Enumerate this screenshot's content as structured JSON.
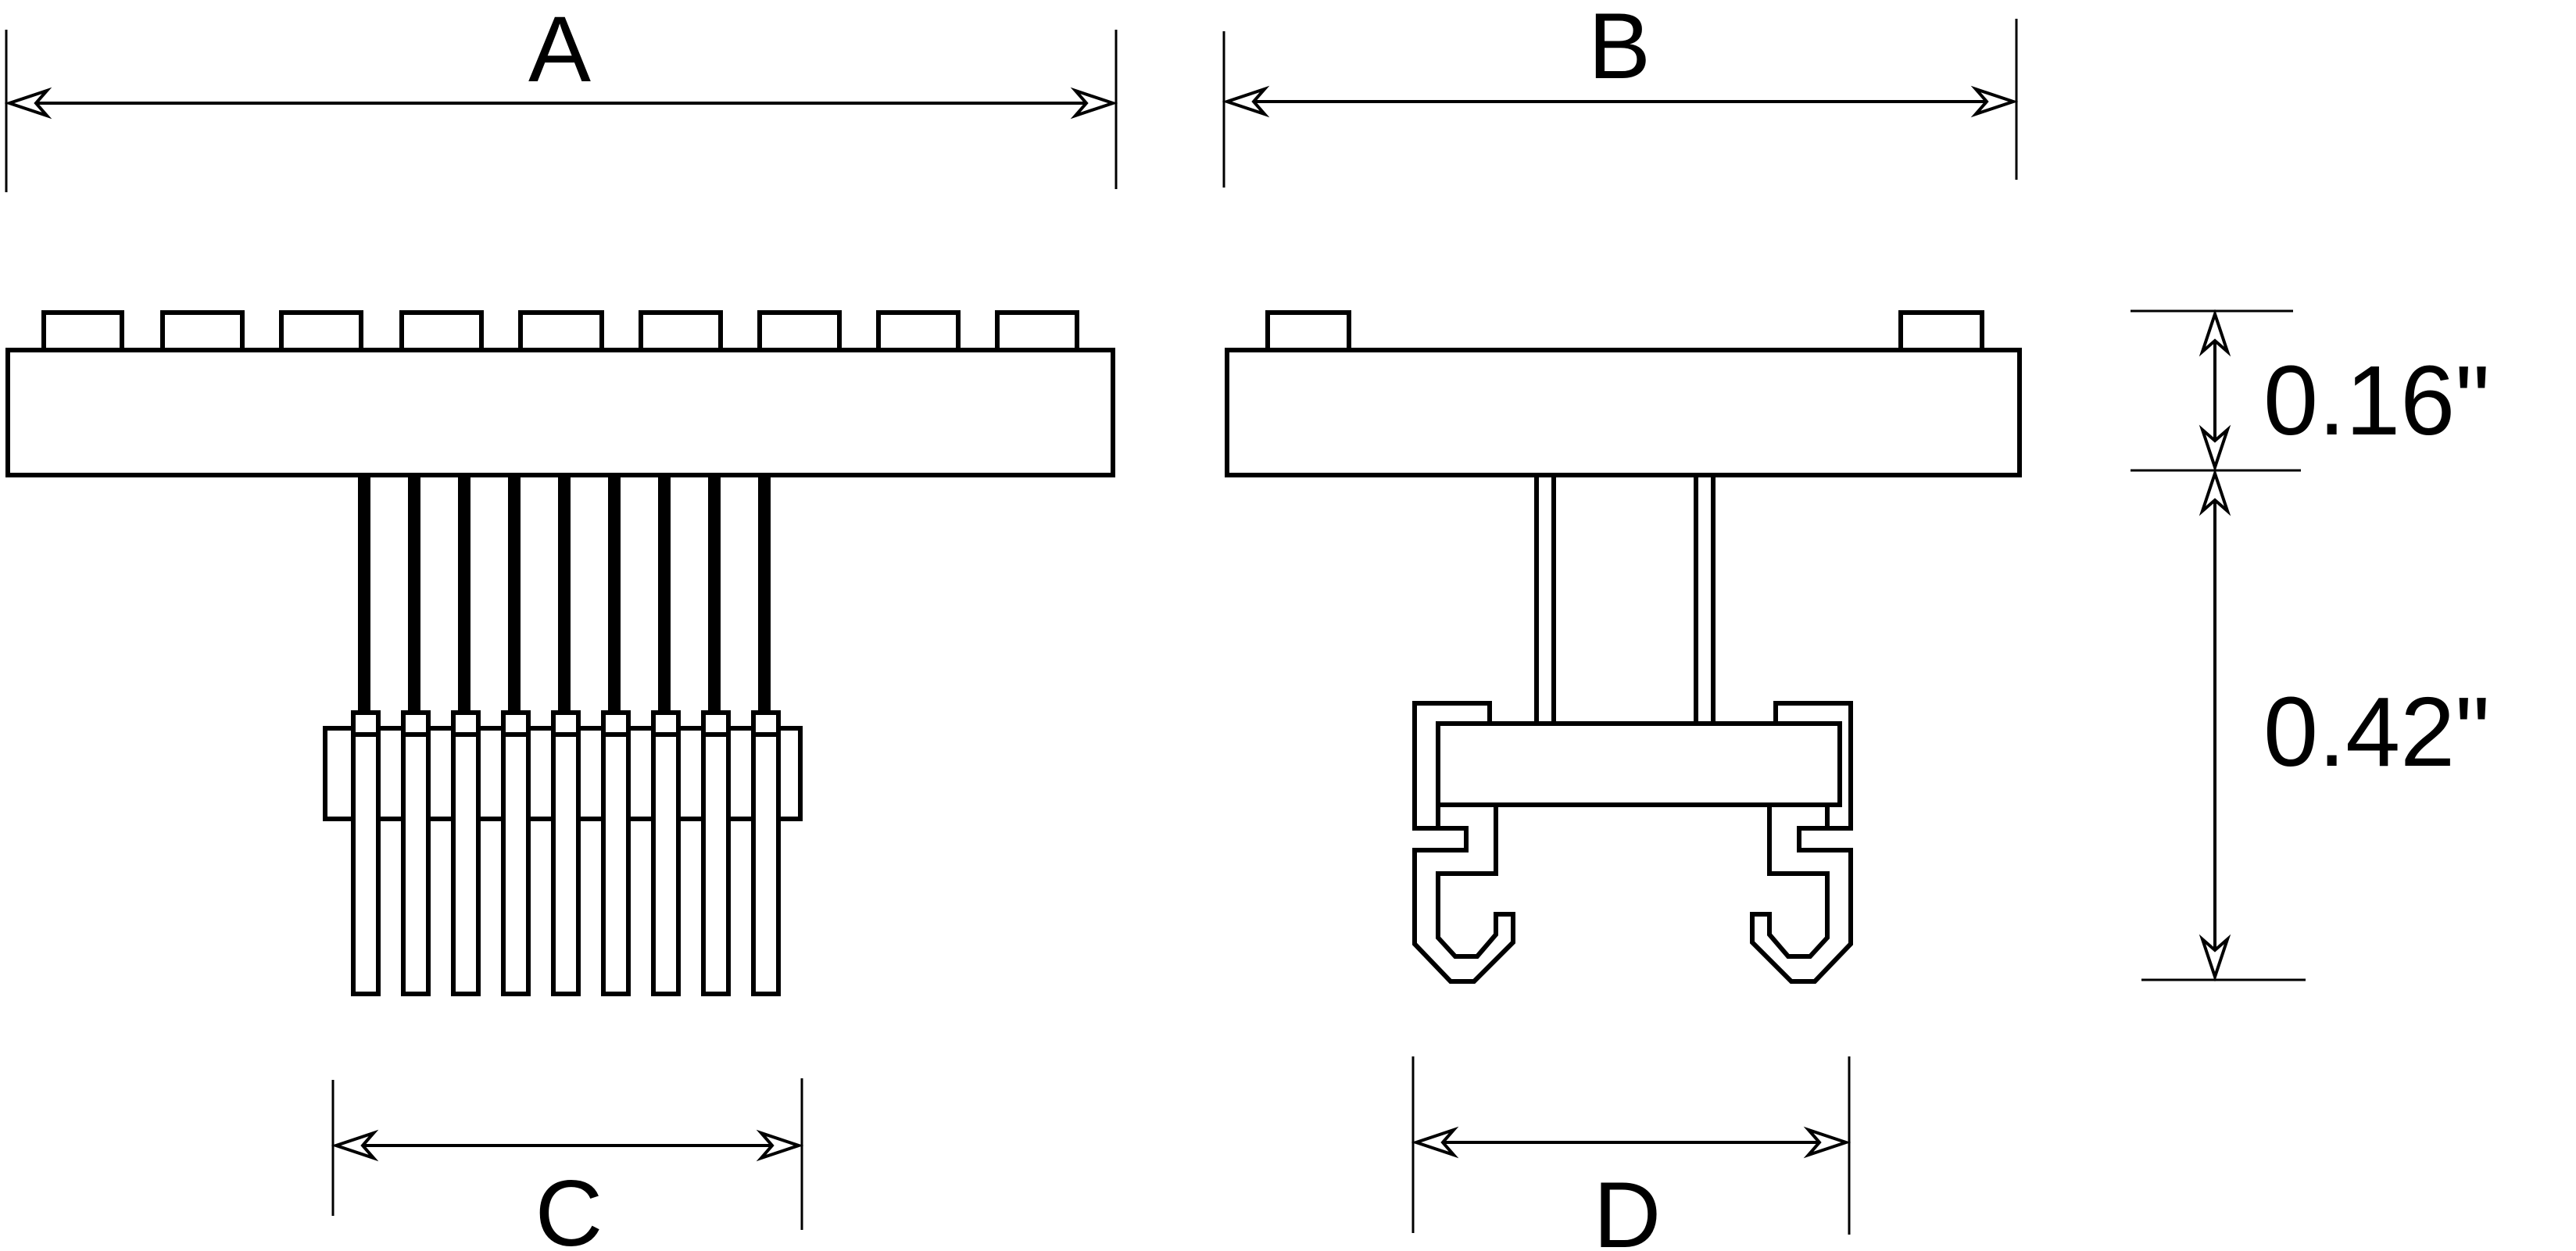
{
  "labels": {
    "dim_a": "A",
    "dim_b": "B",
    "dim_c": "C",
    "dim_d": "D",
    "height_top": "0.16\"",
    "height_bottom": "0.42\""
  },
  "colors": {
    "line": "#000000",
    "background": "#ffffff"
  }
}
